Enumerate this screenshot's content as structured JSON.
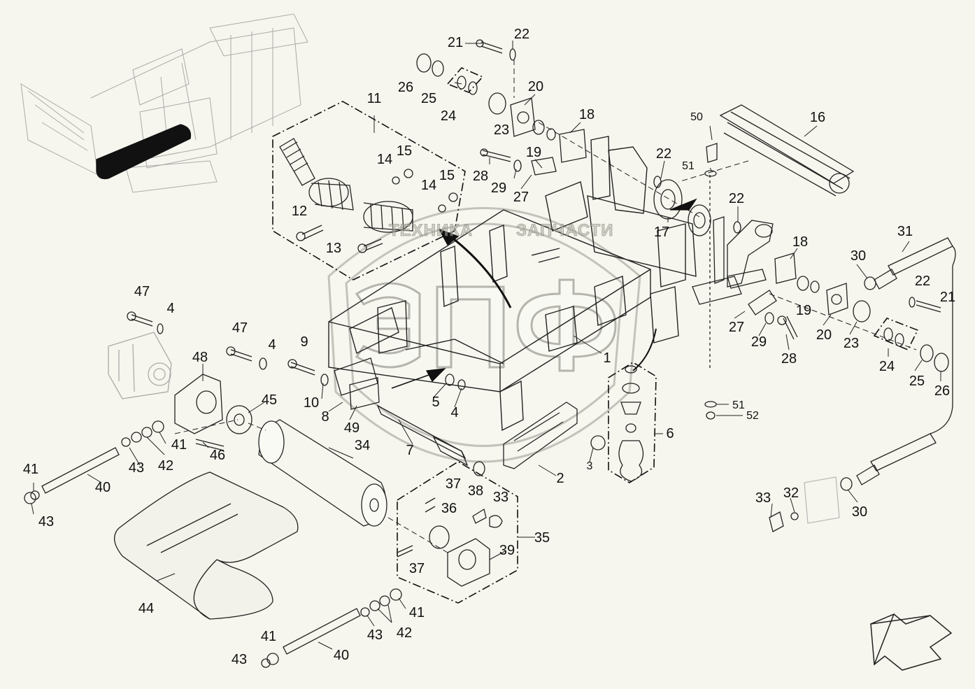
{
  "watermark": {
    "word_left": "ТЕХНИКА",
    "word_right": "ЗАПЧАСТИ",
    "logo_letters": "ЭПФ"
  },
  "callouts": [
    {
      "id": "c1",
      "text": "1"
    },
    {
      "id": "c2",
      "text": "2"
    },
    {
      "id": "c3",
      "text": "3"
    },
    {
      "id": "c4a",
      "text": "4"
    },
    {
      "id": "c4b",
      "text": "4"
    },
    {
      "id": "c4c",
      "text": "4"
    },
    {
      "id": "c5",
      "text": "5"
    },
    {
      "id": "c6",
      "text": "6"
    },
    {
      "id": "c7",
      "text": "7"
    },
    {
      "id": "c8",
      "text": "8"
    },
    {
      "id": "c9",
      "text": "9"
    },
    {
      "id": "c10",
      "text": "10"
    },
    {
      "id": "c11",
      "text": "11"
    },
    {
      "id": "c12",
      "text": "12"
    },
    {
      "id": "c13",
      "text": "13"
    },
    {
      "id": "c14a",
      "text": "14"
    },
    {
      "id": "c14b",
      "text": "14"
    },
    {
      "id": "c15a",
      "text": "15"
    },
    {
      "id": "c15b",
      "text": "15"
    },
    {
      "id": "c16",
      "text": "16"
    },
    {
      "id": "c17",
      "text": "17"
    },
    {
      "id": "c18a",
      "text": "18"
    },
    {
      "id": "c18b",
      "text": "18"
    },
    {
      "id": "c19a",
      "text": "19"
    },
    {
      "id": "c19b",
      "text": "19"
    },
    {
      "id": "c20a",
      "text": "20"
    },
    {
      "id": "c20b",
      "text": "20"
    },
    {
      "id": "c21a",
      "text": "21"
    },
    {
      "id": "c21b",
      "text": "21"
    },
    {
      "id": "c22a",
      "text": "22"
    },
    {
      "id": "c22b",
      "text": "22"
    },
    {
      "id": "c22c",
      "text": "22"
    },
    {
      "id": "c22d",
      "text": "22"
    },
    {
      "id": "c23a",
      "text": "23"
    },
    {
      "id": "c23b",
      "text": "23"
    },
    {
      "id": "c24a",
      "text": "24"
    },
    {
      "id": "c24b",
      "text": "24"
    },
    {
      "id": "c25a",
      "text": "25"
    },
    {
      "id": "c25b",
      "text": "25"
    },
    {
      "id": "c26a",
      "text": "26"
    },
    {
      "id": "c26b",
      "text": "26"
    },
    {
      "id": "c27a",
      "text": "27"
    },
    {
      "id": "c27b",
      "text": "27"
    },
    {
      "id": "c28a",
      "text": "28"
    },
    {
      "id": "c28b",
      "text": "28"
    },
    {
      "id": "c29a",
      "text": "29"
    },
    {
      "id": "c29b",
      "text": "29"
    },
    {
      "id": "c30a",
      "text": "30"
    },
    {
      "id": "c30b",
      "text": "30"
    },
    {
      "id": "c31",
      "text": "31"
    },
    {
      "id": "c32",
      "text": "32"
    },
    {
      "id": "c33a",
      "text": "33"
    },
    {
      "id": "c33b",
      "text": "33"
    },
    {
      "id": "c34",
      "text": "34"
    },
    {
      "id": "c35",
      "text": "35"
    },
    {
      "id": "c36",
      "text": "36"
    },
    {
      "id": "c37a",
      "text": "37"
    },
    {
      "id": "c37b",
      "text": "37"
    },
    {
      "id": "c38",
      "text": "38"
    },
    {
      "id": "c39",
      "text": "39"
    },
    {
      "id": "c40a",
      "text": "40"
    },
    {
      "id": "c40b",
      "text": "40"
    },
    {
      "id": "c41a",
      "text": "41"
    },
    {
      "id": "c41b",
      "text": "41"
    },
    {
      "id": "c41c",
      "text": "41"
    },
    {
      "id": "c41d",
      "text": "41"
    },
    {
      "id": "c42a",
      "text": "42"
    },
    {
      "id": "c42b",
      "text": "42"
    },
    {
      "id": "c43a",
      "text": "43"
    },
    {
      "id": "c43b",
      "text": "43"
    },
    {
      "id": "c43c",
      "text": "43"
    },
    {
      "id": "c43d",
      "text": "43"
    },
    {
      "id": "c44",
      "text": "44"
    },
    {
      "id": "c45",
      "text": "45"
    },
    {
      "id": "c46",
      "text": "46"
    },
    {
      "id": "c47a",
      "text": "47"
    },
    {
      "id": "c47b",
      "text": "47"
    },
    {
      "id": "c48",
      "text": "48"
    },
    {
      "id": "c49",
      "text": "49"
    },
    {
      "id": "c50",
      "text": "50"
    },
    {
      "id": "c51a",
      "text": "51"
    },
    {
      "id": "c51b",
      "text": "51"
    },
    {
      "id": "c52",
      "text": "52"
    }
  ]
}
